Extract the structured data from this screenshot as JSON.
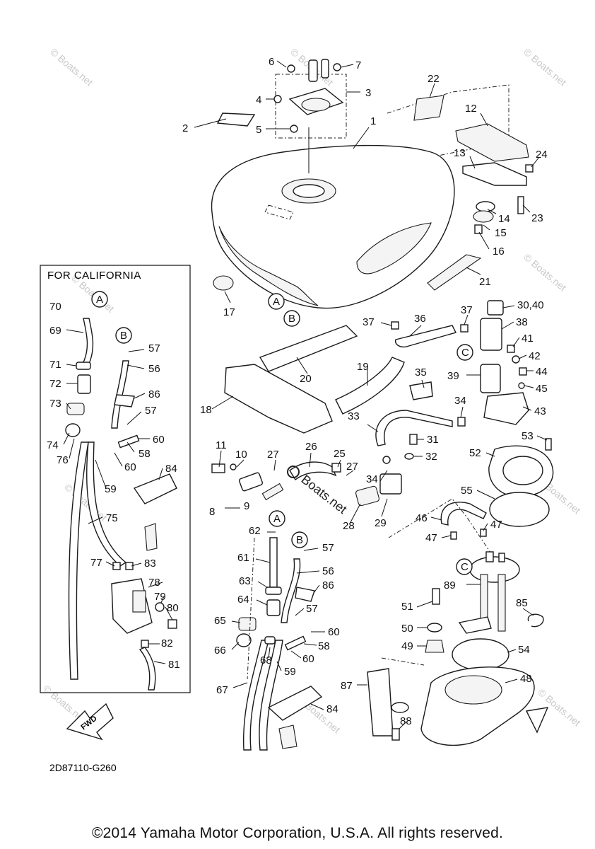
{
  "diagram": {
    "inset_title": "FOR CALIFORNIA",
    "drawing_code": "2D87110-G260",
    "fwd_label": "FWD",
    "connector_labels": [
      "A",
      "B",
      "C"
    ],
    "watermark": "© Boats.net",
    "center_watermark": "Boats.net",
    "callouts": {
      "c1": "1",
      "c2": "2",
      "c3": "3",
      "c4": "4",
      "c5": "5",
      "c6": "6",
      "c7": "7",
      "c8": "8",
      "c9": "9",
      "c10": "10",
      "c11": "11",
      "c12": "12",
      "c13": "13",
      "c14": "14",
      "c15": "15",
      "c16": "16",
      "c17": "17",
      "c18": "18",
      "c19": "19",
      "c20": "20",
      "c21": "21",
      "c22": "22",
      "c23": "23",
      "c24": "24",
      "c25": "25",
      "c26": "26",
      "c27a": "27",
      "c27b": "27",
      "c28": "28",
      "c29": "29",
      "c30_40": "30,40",
      "c31": "31",
      "c32": "32",
      "c33": "33",
      "c34a": "34",
      "c34b": "34",
      "c35": "35",
      "c36": "36",
      "c37a": "37",
      "c37b": "37",
      "c38": "38",
      "c39": "39",
      "c41": "41",
      "c42": "42",
      "c43": "43",
      "c44": "44",
      "c45": "45",
      "c46": "46",
      "c47a": "47",
      "c47b": "47",
      "c48": "48",
      "c49": "49",
      "c50": "50",
      "c51": "51",
      "c52": "52",
      "c53": "53",
      "c54": "54",
      "c55": "55",
      "c56a": "56",
      "c56b": "56",
      "c57a": "57",
      "c57b": "57",
      "c57c": "57",
      "c57d": "57",
      "c58a": "58",
      "c58b": "58",
      "c59a": "59",
      "c59b": "59",
      "c60a": "60",
      "c60b": "60",
      "c60c": "60",
      "c60d": "60",
      "c61": "61",
      "c62": "62",
      "c63": "63",
      "c64": "64",
      "c65": "65",
      "c66": "66",
      "c67": "67",
      "c68": "68",
      "c69": "69",
      "c70": "70",
      "c71": "71",
      "c72": "72",
      "c73": "73",
      "c74": "74",
      "c75": "75",
      "c76": "76",
      "c77": "77",
      "c78": "78",
      "c79": "79",
      "c80": "80",
      "c81": "81",
      "c82": "82",
      "c83": "83",
      "c84a": "84",
      "c84b": "84",
      "c85": "85",
      "c86a": "86",
      "c86b": "86",
      "c87": "87",
      "c88": "88",
      "c89": "89"
    }
  },
  "footer": {
    "copyright": "©2014 Yamaha Motor Corporation, U.S.A. All rights reserved."
  }
}
